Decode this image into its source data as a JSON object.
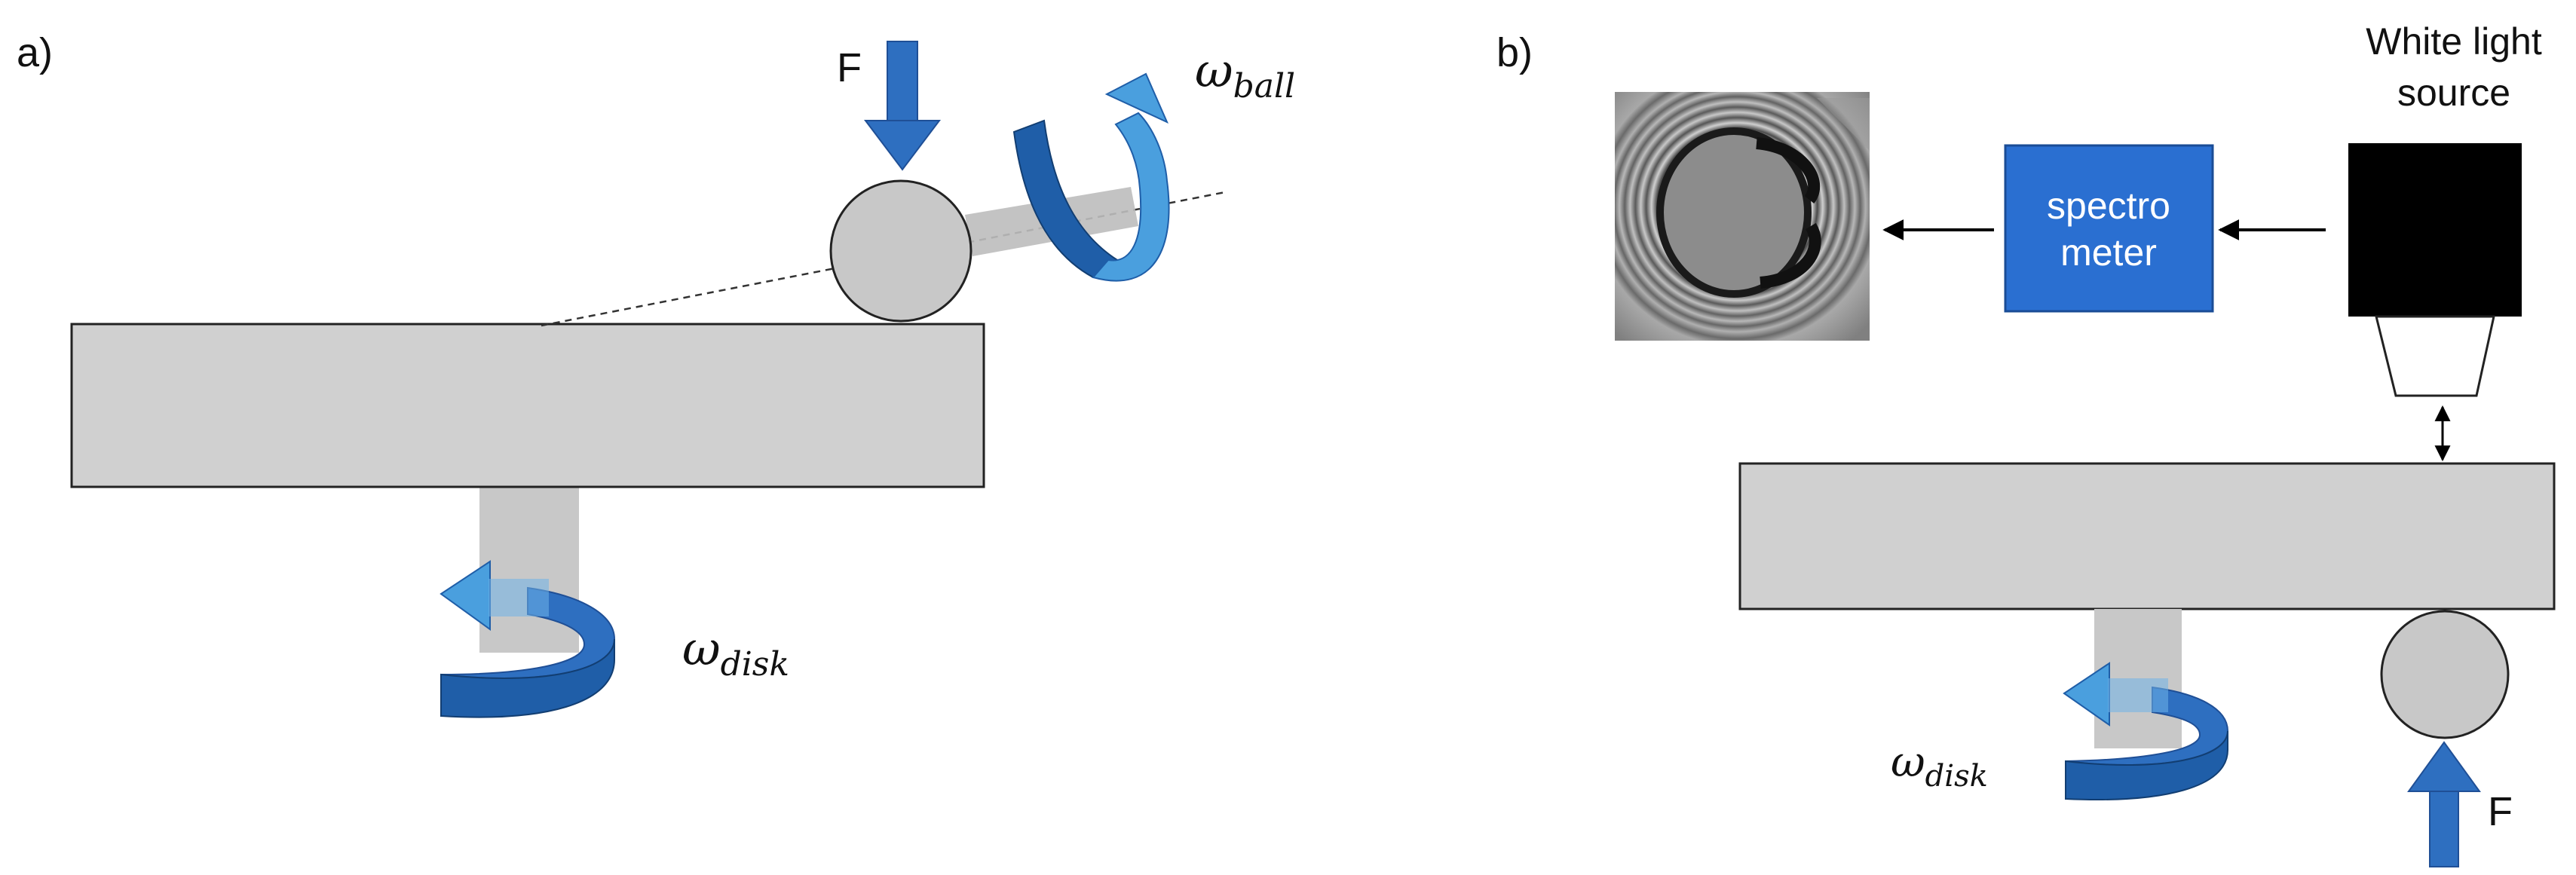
{
  "panel_a": {
    "label": "a)",
    "force_label": "F",
    "omega_symbol": "ω",
    "omega_ball_subscript": "ball",
    "omega_disk_subscript": "disk"
  },
  "panel_b": {
    "label": "b)",
    "force_label": "F",
    "omega_symbol": "ω",
    "omega_disk_subscript": "disk",
    "light_source_line1": "White light",
    "light_source_line2": "source",
    "spectrometer_line1": "spectro",
    "spectrometer_line2": "meter"
  },
  "colors": {
    "body_fill": "#d0d0d0",
    "body_stroke": "#222222",
    "arrow_blue": "#2e6fc0",
    "rotation_blue": "#4a9fde",
    "spectrometer_fill": "#2a6fd1",
    "light_source_fill": "#000000"
  },
  "icons": {
    "force_arrow": "down-arrow-icon",
    "rotation_arrow": "curved-arrow-icon",
    "interference_image": "interference-fringes-image"
  }
}
